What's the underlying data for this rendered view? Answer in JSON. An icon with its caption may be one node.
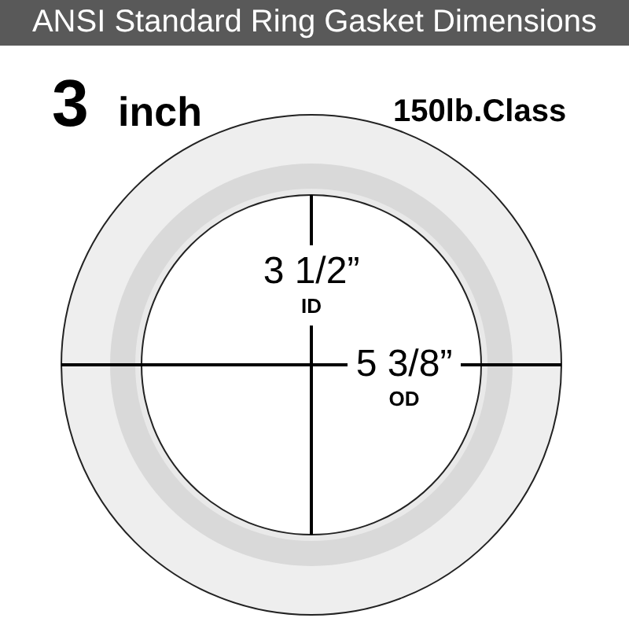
{
  "diagram": {
    "title": "ANSI Standard Ring Gasket Dimensions",
    "labels": [
      "3",
      "inch",
      "150lb.Class",
      "3 1/2”",
      "ID",
      "5 3/8”",
      "OD"
    ]
  }
}
